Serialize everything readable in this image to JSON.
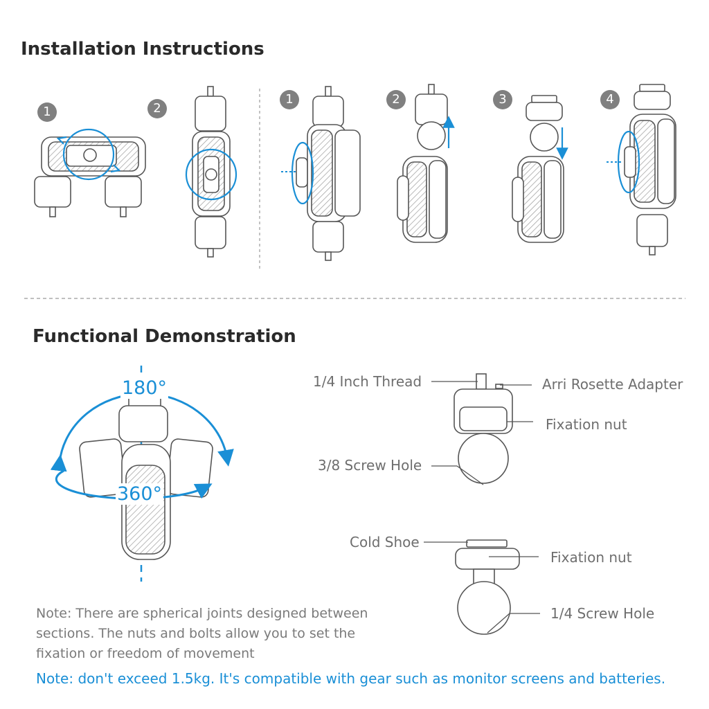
{
  "installation": {
    "title": "Installation Instructions",
    "left_steps": [
      "1",
      "2"
    ],
    "right_steps": [
      "1",
      "2",
      "3",
      "4"
    ]
  },
  "demo": {
    "title": "Functional Demonstration",
    "rotation_vertical": "180°",
    "rotation_horizontal": "360°",
    "labels": {
      "thread": "1/4 Inch Thread",
      "arri": "Arri Rosette Adapter",
      "fixation_nut_1": "Fixation nut",
      "screw_hole_38": "3/8 Screw Hole",
      "cold_shoe": "Cold Shoe",
      "fixation_nut_2": "Fixation nut",
      "screw_hole_14": "1/4 Screw Hole"
    },
    "note": "Note: There are spherical joints designed between sections. The nuts and bolts allow you to set the fixation or freedom of movement",
    "note_blue": "Note: don't exceed 1.5kg. It's compatible with gear such as monitor screens and batteries."
  },
  "colors": {
    "accent": "#1a8fd6",
    "line": "#555555",
    "step_badge": "#808080"
  }
}
